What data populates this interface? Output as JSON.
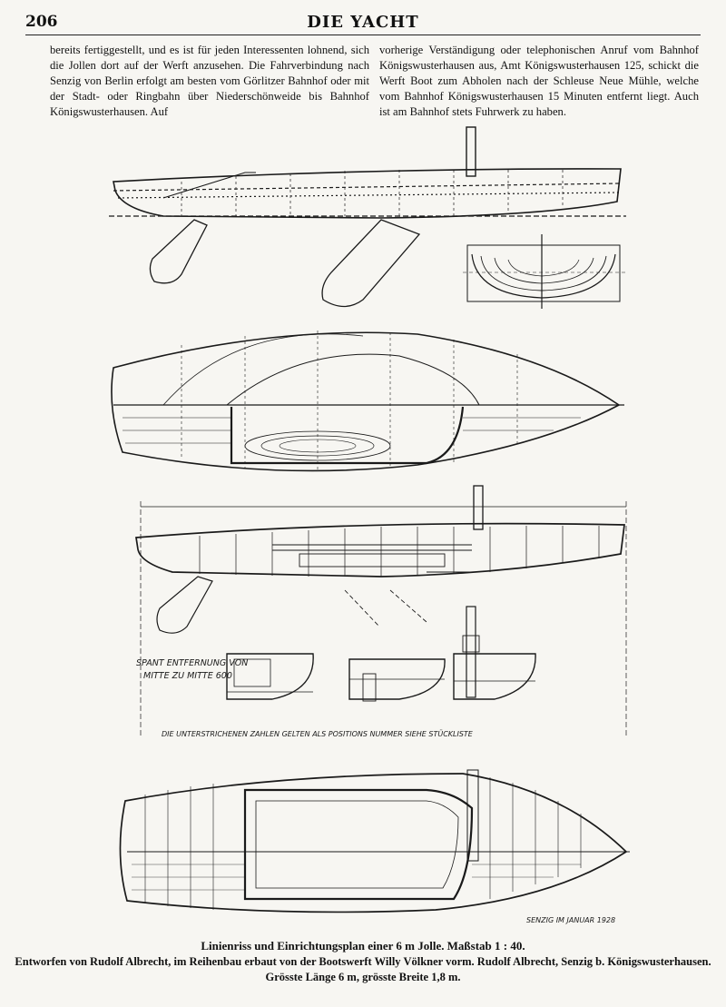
{
  "header": {
    "page_number": "206",
    "title": "DIE YACHT"
  },
  "text": {
    "left": "bereits fertiggestellt, und es ist für jeden Interessenten lohnend, sich die Jollen dort auf der Werft anzusehen. Die Fahrverbindung nach Senzig von Berlin erfolgt am besten vom Görlitzer Bahnhof oder mit der Stadt- oder Ringbahn über Niederschönweide bis Bahnhof Königswusterhausen. Auf",
    "right": "vorherige Verständigung oder telephonischen Anruf vom Bahnhof Königswusterhausen aus, Amt Königswusterhausen 125, schickt die Werft Boot zum Abholen nach der Schleuse Neue Mühle, welche vom Bahnhof Königswusterhausen 15 Minuten entfernt liegt. Auch ist am Bahnhof stets Fuhrwerk zu haben."
  },
  "drawing": {
    "spant_label_1": "SPANT ENTFERNUNG VON",
    "spant_label_2": "MITTE ZU MITTE 600",
    "underline_note": "DIE UNTERSTRICHENEN ZAHLEN GELTEN ALS POSITIONS NUMMER SIEHE STÜCKLISTE",
    "signature": "SENZIG IM JANUAR 1928"
  },
  "caption": {
    "main": "Linienriss und Einrichtungsplan einer 6 m Jolle.",
    "scale": "Maßstab 1 : 40.",
    "credit": "Entworfen von Rudolf Albrecht, im Reihenbau erbaut von der Bootswerft Willy Völkner vorm. Rudolf Albrecht, Senzig b. Königswusterhausen.",
    "dims": "Grösste Länge 6 m, grösste Breite 1,8 m."
  }
}
